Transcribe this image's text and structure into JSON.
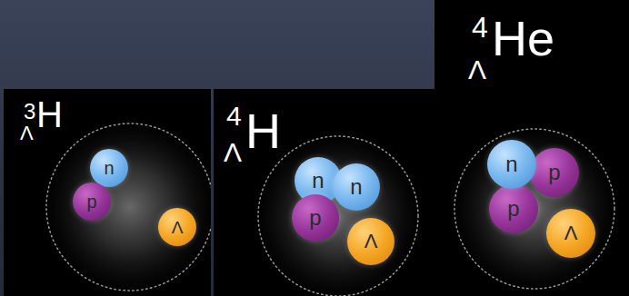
{
  "diagram": {
    "nodes": [
      {
        "text": [
          "3",
          "Λ",
          "H"
        ]
      },
      {
        "text": [
          "n"
        ],
        "in": 0
      },
      {
        "text": [
          "p"
        ],
        "in": 0
      },
      {
        "text": [
          "Λ"
        ],
        "in": 0
      },
      {
        "text": [
          "4",
          "Λ",
          "H"
        ]
      },
      {
        "text": [
          "n"
        ],
        "in": 4
      },
      {
        "text": [
          "n"
        ],
        "in": 4
      },
      {
        "text": [
          "p"
        ],
        "in": 4
      },
      {
        "text": [
          "Λ"
        ],
        "in": 4
      },
      {
        "text": [
          "4",
          "Λ",
          "He"
        ]
      },
      {
        "text": [
          "n"
        ],
        "in": 9
      },
      {
        "text": [
          "p"
        ],
        "in": 9
      },
      {
        "text": [
          "p"
        ],
        "in": 9
      },
      {
        "text": [
          "Λ"
        ],
        "in": 9
      }
    ]
  }
}
